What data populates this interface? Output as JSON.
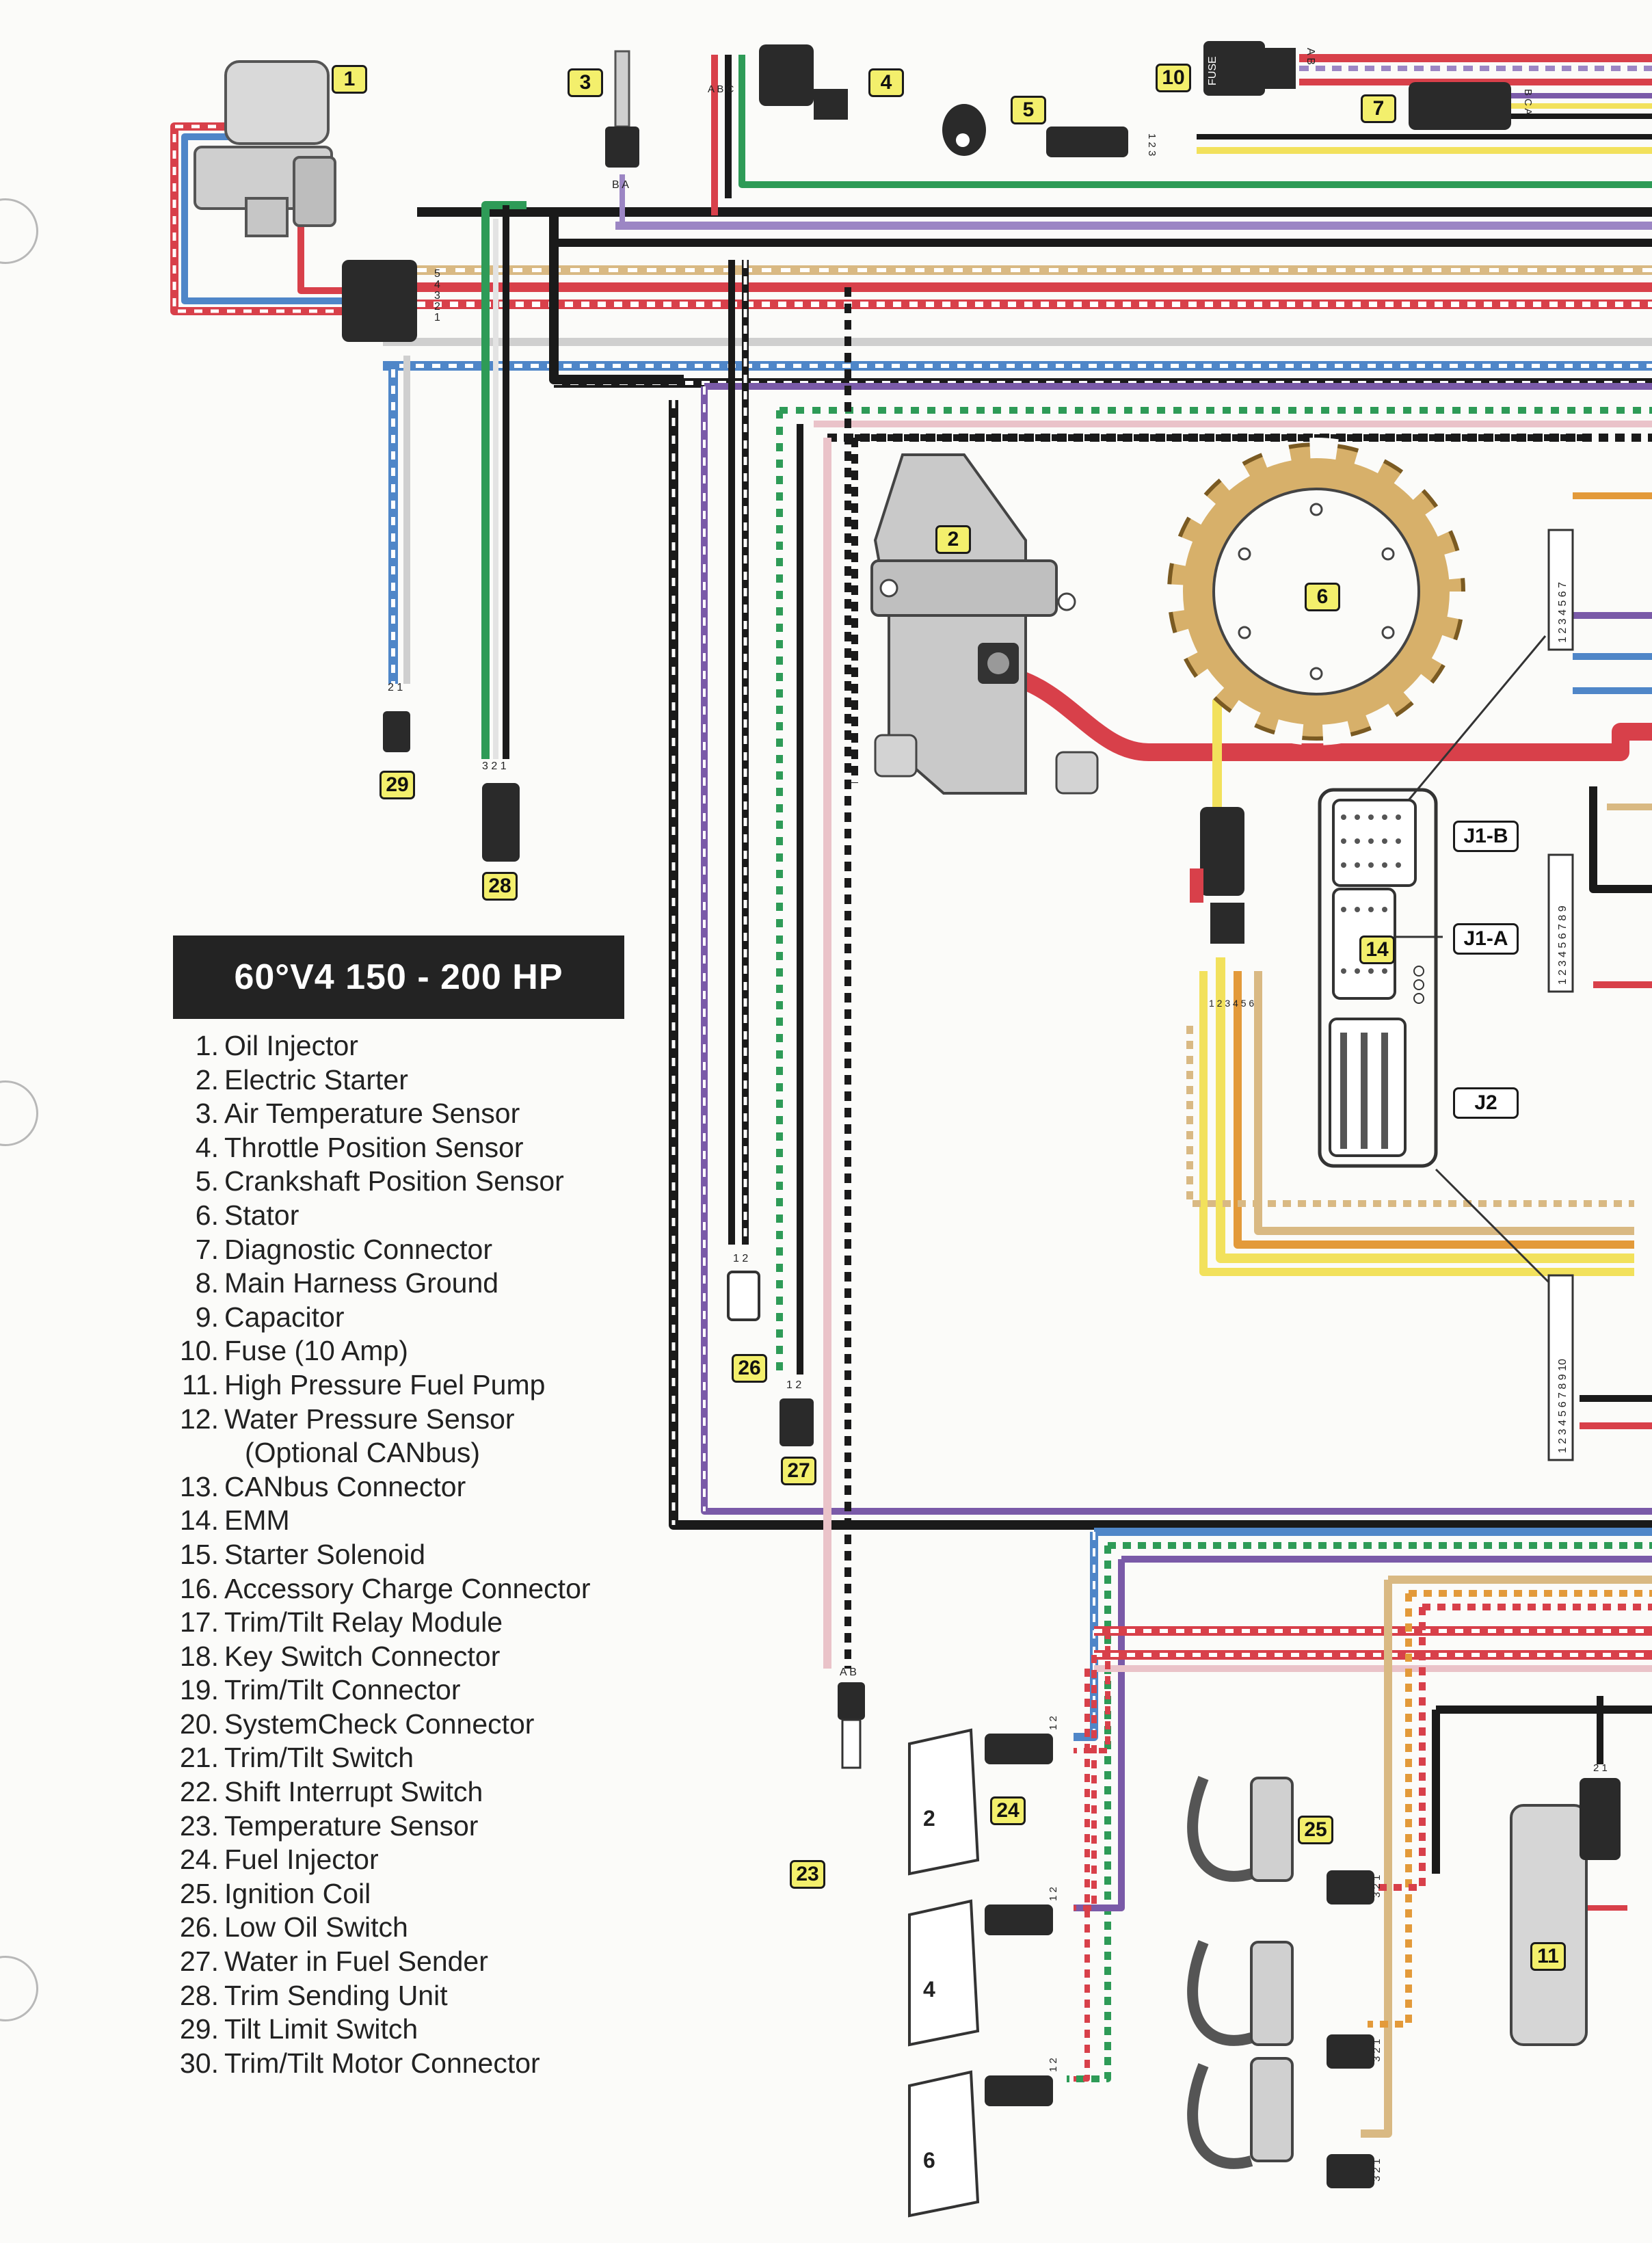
{
  "title": "60°V4  150 - 200 HP",
  "legend": [
    {
      "num": "1.",
      "label": "Oil Injector"
    },
    {
      "num": "2.",
      "label": "Electric Starter"
    },
    {
      "num": "3.",
      "label": "Air Temperature Sensor"
    },
    {
      "num": "4.",
      "label": "Throttle Position Sensor"
    },
    {
      "num": "5.",
      "label": "Crankshaft Position Sensor"
    },
    {
      "num": "6.",
      "label": "Stator"
    },
    {
      "num": "7.",
      "label": "Diagnostic Connector"
    },
    {
      "num": "8.",
      "label": "Main Harness Ground"
    },
    {
      "num": "9.",
      "label": "Capacitor"
    },
    {
      "num": "10.",
      "label": "Fuse (10 Amp)"
    },
    {
      "num": "11.",
      "label": "High Pressure Fuel Pump"
    },
    {
      "num": "12.",
      "label": "Water Pressure Sensor"
    },
    {
      "num": "",
      "label": "(Optional CANbus)"
    },
    {
      "num": "13.",
      "label": "CANbus Connector"
    },
    {
      "num": "14.",
      "label": "EMM"
    },
    {
      "num": "15.",
      "label": "Starter Solenoid"
    },
    {
      "num": "16.",
      "label": "Accessory Charge Connector"
    },
    {
      "num": "17.",
      "label": "Trim/Tilt Relay Module"
    },
    {
      "num": "18.",
      "label": "Key Switch Connector"
    },
    {
      "num": "19.",
      "label": "Trim/Tilt Connector"
    },
    {
      "num": "20.",
      "label": "SystemCheck Connector"
    },
    {
      "num": "21.",
      "label": "Trim/Tilt Switch"
    },
    {
      "num": "22.",
      "label": "Shift Interrupt Switch"
    },
    {
      "num": "23.",
      "label": "Temperature Sensor"
    },
    {
      "num": "24.",
      "label": "Fuel Injector"
    },
    {
      "num": "25.",
      "label": "Ignition Coil"
    },
    {
      "num": "26.",
      "label": "Low Oil Switch"
    },
    {
      "num": "27.",
      "label": "Water in Fuel Sender"
    },
    {
      "num": "28.",
      "label": "Trim Sending Unit"
    },
    {
      "num": "29.",
      "label": "Tilt Limit Switch"
    },
    {
      "num": "30.",
      "label": "Trim/Tilt Motor Connector"
    }
  ],
  "component_tags": [
    "1",
    "2",
    "3",
    "4",
    "5",
    "6",
    "7",
    "10",
    "11",
    "14",
    "23",
    "24",
    "25",
    "26",
    "27",
    "28",
    "29"
  ],
  "connector_labels": {
    "j1b": "J1-B",
    "j1a": "J1-A",
    "j2": "J2"
  },
  "component_fuse": "FUSE",
  "pin_labels": {
    "tps": "A B C",
    "ckp": "1 2 3",
    "fuse": "A B",
    "diag": "B C A",
    "air_temp": "B A",
    "oil_inj": "5 4 3 2 1",
    "tilt_limit": "2 1",
    "trim_send": "3 2 1",
    "low_oil": "1 2",
    "wif": "1 2",
    "temp": "A B",
    "inj": "1 2",
    "coil": "3 2 1",
    "pump": "2 1",
    "j1b_pins": "1 2 3 4 5 6 7",
    "j1a_pins": "1 2 3 4 5 6 7 8 9",
    "j2_pins": "1 2 3 4 5 6 7 8 9 10",
    "stator_pins": "1 2 3 4 5 6",
    "cyl": [
      "2",
      "4",
      "6"
    ]
  },
  "colors": {
    "red": "#d8404a",
    "black": "#1a1a1a",
    "green": "#2e9b57",
    "blue": "#4f86c8",
    "purple": "#7a5aa8",
    "yellow": "#f2e15c",
    "tan": "#d9b983",
    "orange": "#e39a3a",
    "pink": "#eac3c9",
    "white": "#f6f6f6",
    "grey": "#b6b6b6",
    "label_bg": "#f3ef6c"
  }
}
